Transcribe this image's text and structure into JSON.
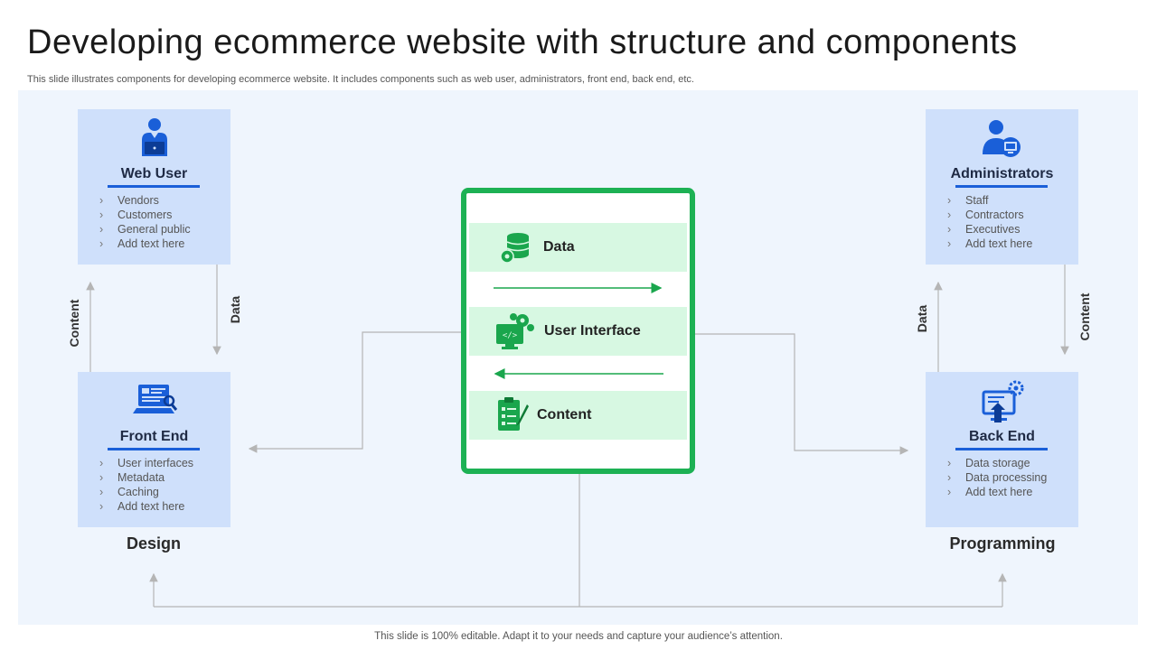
{
  "title": "Developing ecommerce website with structure and components",
  "subtitle": "This slide illustrates components for developing ecommerce website. It includes components such as web user, administrators, front end, back end, etc.",
  "footer": "This slide is 100% editable. Adapt it to your needs and capture your audience’s attention.",
  "web_user": {
    "title": "Web User",
    "icon": "person-laptop-icon",
    "items": [
      "Vendors",
      "Customers",
      "General  public",
      "Add text here"
    ]
  },
  "front_end": {
    "title": "Front End",
    "icon": "laptop-screen-icon",
    "items": [
      "User interfaces",
      "Metadata",
      "Caching",
      "Add text here"
    ]
  },
  "administrators": {
    "title": "Administrators",
    "icon": "admin-monitor-icon",
    "items": [
      "Staff",
      "Contractors",
      "Executives",
      "Add text here"
    ]
  },
  "back_end": {
    "title": "Back End",
    "icon": "backend-gear-screen-icon",
    "items": [
      "Data storage",
      "Data processing",
      "Add text here"
    ]
  },
  "left_labels": {
    "content": "Content",
    "data": "Data",
    "section": "Design"
  },
  "right_labels": {
    "data": "Data",
    "content": "Content",
    "section": "Programming"
  },
  "center": {
    "rows": [
      {
        "label": "Data",
        "icon": "database-gear-icon"
      },
      {
        "label": "User Interface",
        "icon": "code-monitor-gear-icon"
      },
      {
        "label": "Content",
        "icon": "clipboard-checklist-icon"
      }
    ]
  },
  "colors": {
    "accent_blue": "#1a5fd8",
    "card_bg": "#cfe0fb",
    "panel_bg": "#eff5fd",
    "accent_green": "#1db154",
    "row_green": "#d7f8e2"
  }
}
